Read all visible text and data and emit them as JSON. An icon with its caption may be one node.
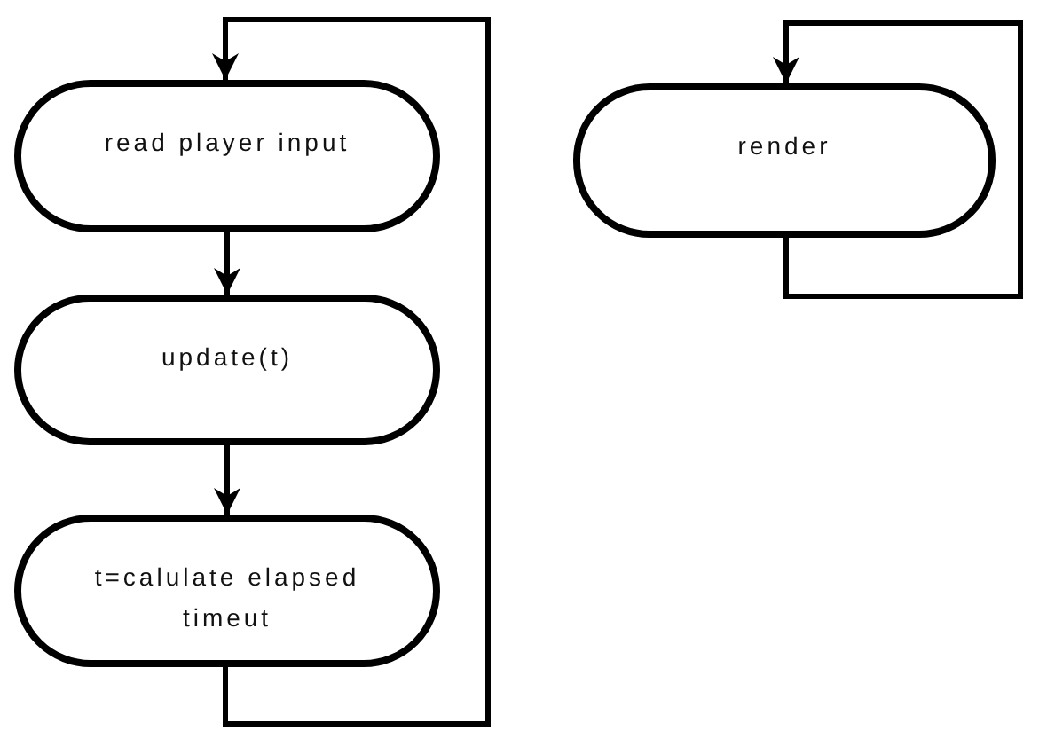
{
  "diagram": {
    "nodes": [
      {
        "text": [
          "read player input"
        ]
      },
      {
        "text": [
          "update(t)"
        ]
      },
      {
        "text": [
          "t=calulate elapsed timeut"
        ]
      },
      {
        "text": [
          "render"
        ]
      }
    ],
    "edges": [
      {
        "from": 0,
        "to": 1,
        "arrow": "to"
      },
      {
        "from": 1,
        "to": 2,
        "arrow": "to"
      },
      {
        "from": 2,
        "to": 0,
        "arrow": "to"
      },
      {
        "from": 3,
        "to": 3,
        "arrow": "to"
      }
    ]
  }
}
